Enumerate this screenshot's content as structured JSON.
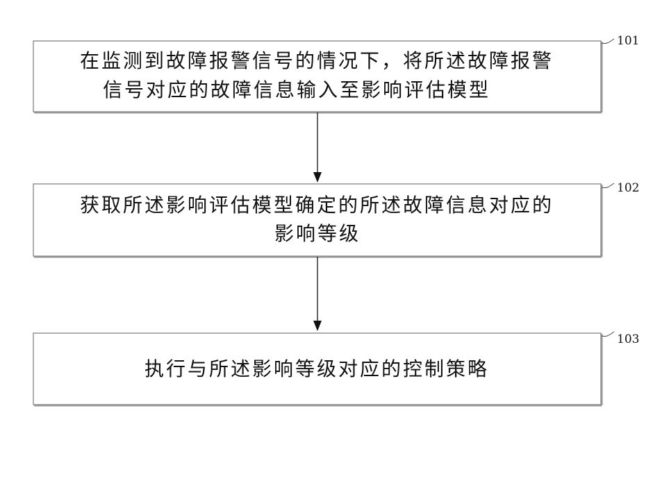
{
  "steps": [
    {
      "id": "101",
      "lines": [
        "在监测到故障报警信号的情况下，将所述故障报警",
        "信号对应的故障信息输入至影响评估模型"
      ]
    },
    {
      "id": "102",
      "lines": [
        "获取所述影响评估模型确定的所述故障信息对应的",
        "影响等级"
      ]
    },
    {
      "id": "103",
      "lines": [
        "执行与所述影响等级对应的控制策略"
      ]
    }
  ]
}
